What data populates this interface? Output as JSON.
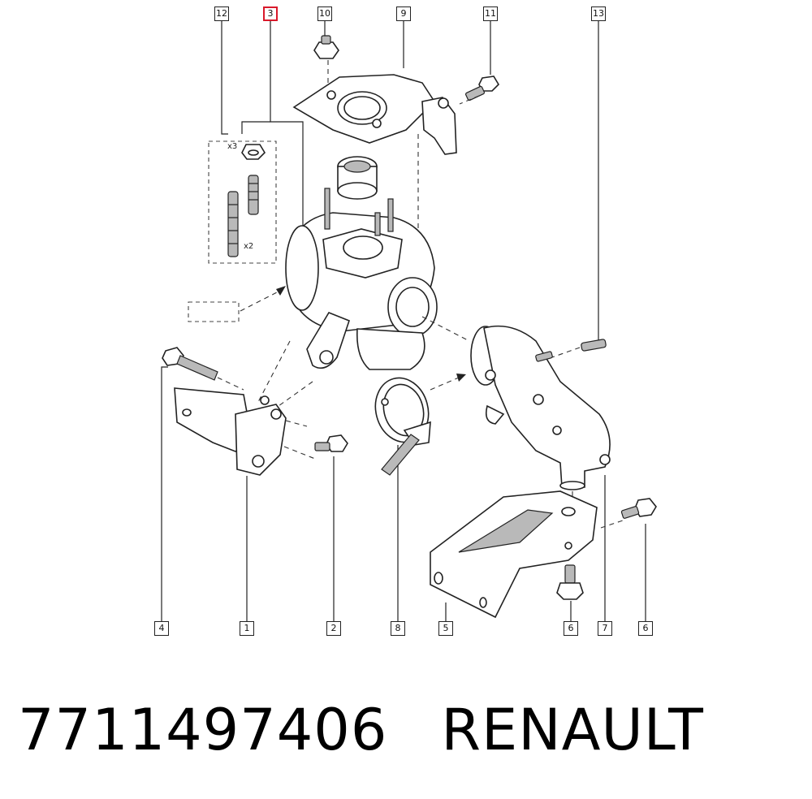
{
  "callouts": {
    "c12": "12",
    "c3": "3",
    "c10": "10",
    "c9": "9",
    "c11": "11",
    "c13": "13",
    "c4": "4",
    "c1": "1",
    "c2": "2",
    "c8": "8",
    "c5": "5",
    "c6a": "6",
    "c7": "7",
    "c6b": "6"
  },
  "quantities": {
    "nuts": "x3",
    "studs": "x2"
  },
  "footer": {
    "part_number": "7711497406",
    "brand": "RENAULT"
  },
  "colors": {
    "highlight": "#d9192b",
    "line": "#222222",
    "shade": "#b9b9b9"
  }
}
